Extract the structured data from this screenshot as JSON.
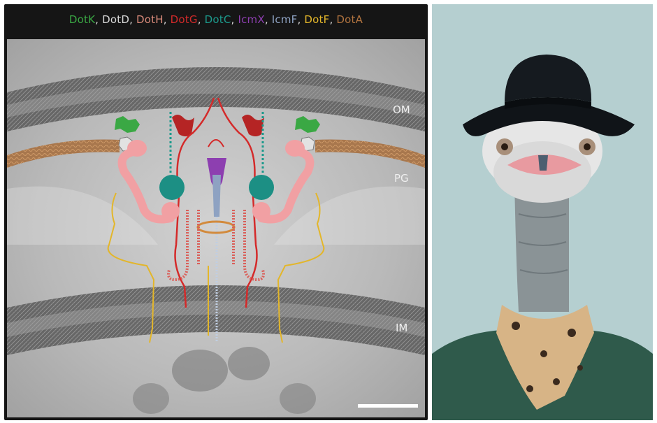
{
  "legend": [
    {
      "text": "DotK",
      "color": "#3aa844"
    },
    {
      "text": "DotD",
      "color": "#d8d8d8"
    },
    {
      "text": "DotH",
      "color": "#d98a7a"
    },
    {
      "text": "DotG",
      "color": "#d42a2a"
    },
    {
      "text": "DotC",
      "color": "#1c9a8c"
    },
    {
      "text": "IcmX",
      "color": "#8d3fb0"
    },
    {
      "text": "IcmF",
      "color": "#8ea2c2"
    },
    {
      "text": "DotF",
      "color": "#e3b62a"
    },
    {
      "text": "DotA",
      "color": "#b0733f"
    }
  ],
  "separator": ", ",
  "membrane_labels": {
    "om": "OM",
    "pg": "PG",
    "im": "IM"
  },
  "colors": {
    "background_dark": "#151515",
    "membrane_gray": "#8a8a8a",
    "photo_background": "#b5cfd0"
  }
}
